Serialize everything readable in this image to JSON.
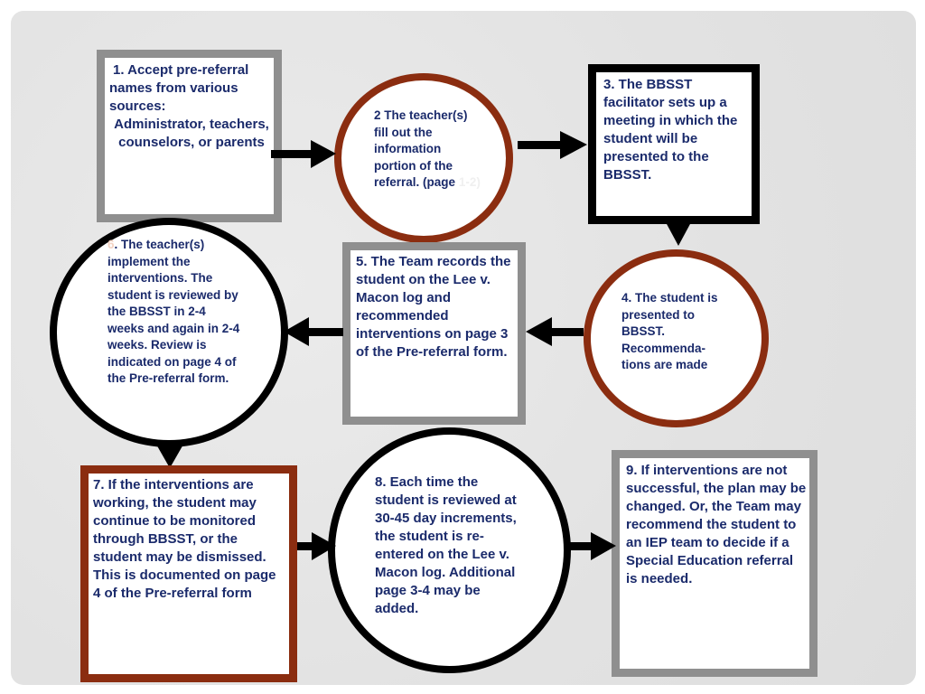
{
  "steps": {
    "s1": {
      "line1": "1. Accept pre-referral names from various sources:",
      "line2": "Administrator, teachers, counselors, or parents"
    },
    "s2": {
      "main": "2  The teacher(s) fill out the information portion of the referral.  (page",
      "faint": "1-2)"
    },
    "s3": {
      "text": "3.  The BBSST facilitator sets up a meeting in which the student will be presented to the BBSST."
    },
    "s4": {
      "text": "4. The student is presented to BBSST. Recommenda-tions are made"
    },
    "s5": {
      "text": "5. The Team records the student on the Lee v. Macon log and recommended interventions on page 3 of the Pre-referral form."
    },
    "s6": {
      "num": "6",
      "text": ".  The teacher(s) implement the interventions.  The student is reviewed by the BBSST in 2-4 weeks and again in 2-4 weeks.  Review is indicated on page 4 of the Pre-referral form."
    },
    "s7": {
      "text": "7.  If the interventions are working, the student may continue to be monitored through BBSST, or the student may be dismissed.  This is documented on page 4 of the Pre-referral form"
    },
    "s8": {
      "text": "8.  Each time the student is reviewed at 30-45 day increments, the student is re-entered on the Lee v. Macon log.  Additional page 3-4 may be added."
    },
    "s9": {
      "text": "9.  If interventions are not successful, the plan may be changed.  Or, the Team may recommend the student to an IEP team to decide if a Special Education referral is needed."
    }
  },
  "colors": {
    "text": "#1a2a6b",
    "brown": "#8b2d10",
    "gray": "#8f8f8f",
    "black": "#000000"
  }
}
